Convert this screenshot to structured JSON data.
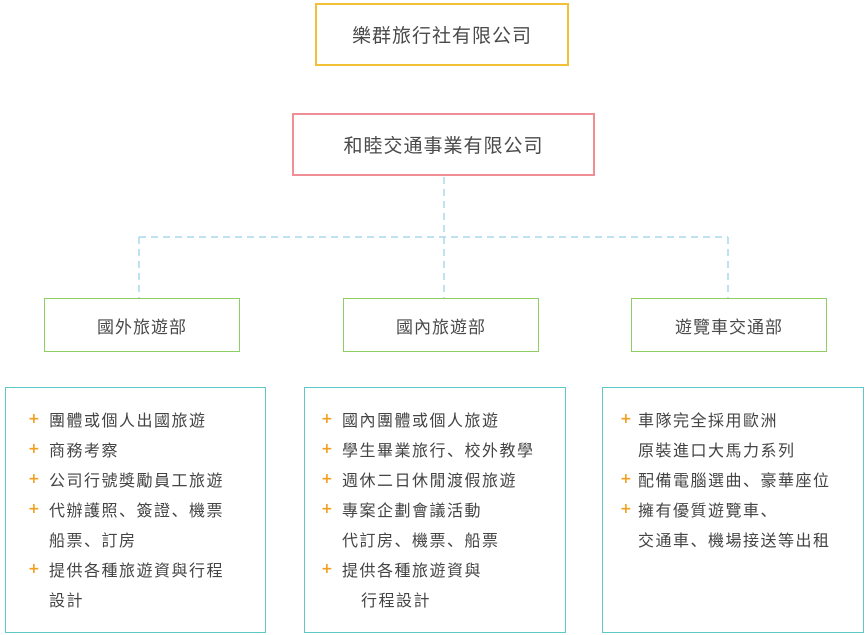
{
  "company_top": "樂群旅行社有限公司",
  "company_mid": "和睦交通事業有限公司",
  "departments": [
    {
      "name": "國外旅遊部",
      "items": [
        [
          "團體或個人出國旅遊"
        ],
        [
          "商務考察"
        ],
        [
          "公司行號獎勵員工旅遊"
        ],
        [
          "代辦護照、簽證、機票",
          "船票、訂房"
        ],
        [
          "提供各種旅遊資與行程",
          "設計"
        ]
      ]
    },
    {
      "name": "國內旅遊部",
      "items": [
        [
          "國內團體或個人旅遊"
        ],
        [
          "學生畢業旅行、校外教學"
        ],
        [
          "週休二日休閒渡假旅遊"
        ],
        [
          "專案企劃會議活動",
          "代訂房、機票、船票"
        ],
        [
          "提供各種旅遊資與",
          "行程設計"
        ]
      ]
    },
    {
      "name": "遊覽車交通部",
      "items": [
        [
          "車隊完全採用歐洲",
          "原裝進口大馬力系列"
        ],
        [
          "配備電腦選曲、豪華座位"
        ],
        [
          "擁有優質遊覽車、",
          "交通車、機場接送等出租"
        ]
      ]
    }
  ],
  "colors": {
    "top_border": "#f2c037",
    "mid_border": "#ef8f95",
    "dept_border": "#8fce62",
    "panel_border": "#5ec8c6",
    "connector": "#a8d8ec",
    "bullet": "#f0a020"
  },
  "bullet_symbol": "+"
}
